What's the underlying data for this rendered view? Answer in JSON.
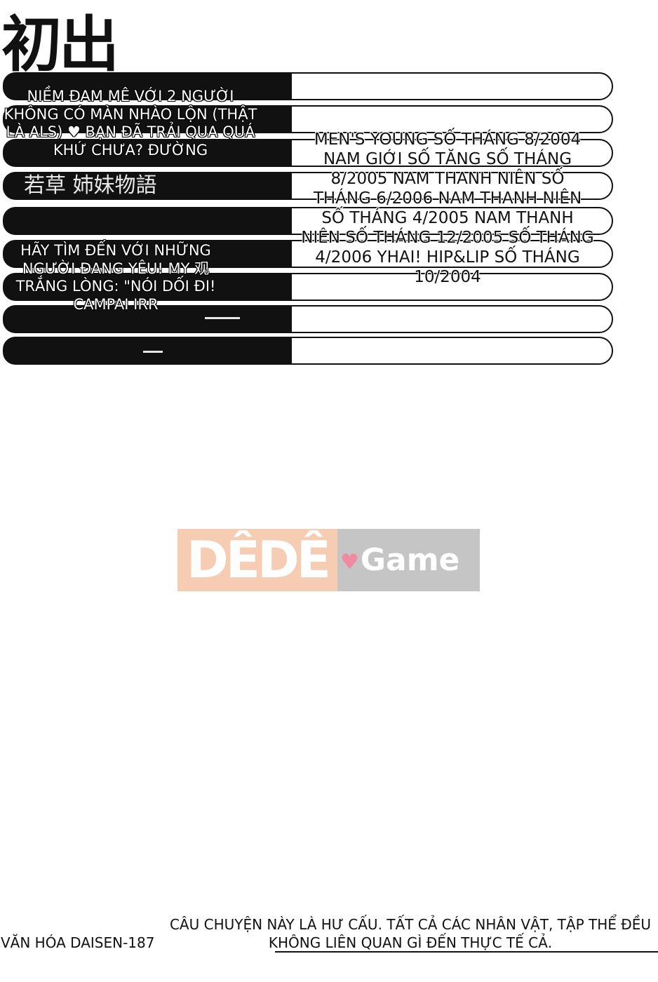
{
  "header": {
    "title": "初出"
  },
  "rows": [
    {
      "id": 1
    },
    {
      "id": 2
    },
    {
      "id": 3
    },
    {
      "id": 4,
      "jp_label": "若草 姉妹物語"
    },
    {
      "id": 5
    },
    {
      "id": 6
    },
    {
      "id": 7
    },
    {
      "id": 8
    },
    {
      "id": 9
    }
  ],
  "left_notes": {
    "story_1": "NIỀM ĐAM MÊ VỚI 2 NGƯỜI KHÔNG CÓ MÀN NHÀO LỘN (THẬT LÀ ALS) ♥ BẠN ĐÃ TRẢI QUA QUÁ KHỨ CHƯA? ĐƯỜNG",
    "story_2": "HÃY TÌM ĐẾN VỚI NHỮNG NGƯỜI ĐANG YÊU! MY 观TRẮNG LÒNG: \"NÓI DỐI ĐI! CAMPAI IRR"
  },
  "right_notes": {
    "sources": "MEN'S YOUNG SỐ THÁNG 8/2004 NAM GIỚI SỐ TĂNG SỐ THÁNG 8/2005 NAM THANH NIÊN SỐ THÁNG 6/2006 NAM THANH NIÊN SỐ THÁNG 4/2005 NAM THANH NIÊN SỐ THÁNG 12/2005 SỐ THÁNG 4/2006 YHAI! HIP&LIP SỐ THÁNG 10/2004"
  },
  "watermark": {
    "left": "DÊDÊ",
    "right": "Game",
    "heart": "♥",
    "left_color": "#f6cdb2",
    "right_color": "#c5c5c5",
    "heart_color": "#ef8aa0"
  },
  "footer": {
    "publisher": "VĂN HÓA DAISEN-187",
    "disclaimer": "CÂU CHUYỆN NÀY LÀ HƯ CẤU. TẤT CẢ CÁC NHÂN VẬT, TẬP THỂ ĐỀU KHÔNG LIÊN QUAN GÌ ĐẾN THỰC TẾ CẢ."
  }
}
